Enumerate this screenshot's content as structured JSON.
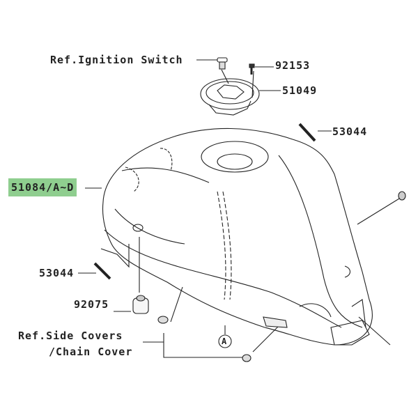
{
  "labels": {
    "ignition_switch": "Ref.Ignition Switch",
    "p92153": "92153",
    "p51049": "51049",
    "p53044_top": "53044",
    "p51084": "51084/A~D",
    "p53044_left": "53044",
    "p92075": "92075",
    "side_covers_1": "Ref.Side Covers",
    "side_covers_2": "/Chain Cover",
    "marker_a": "A"
  },
  "colors": {
    "highlight": "#8fce8f",
    "line": "#222222"
  }
}
